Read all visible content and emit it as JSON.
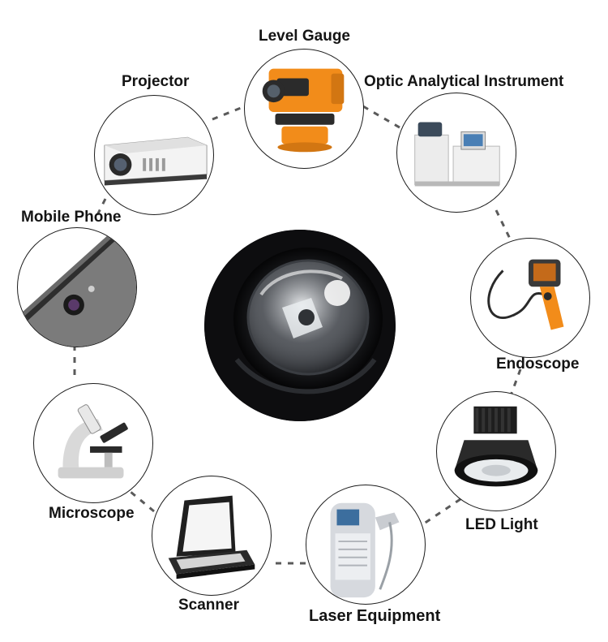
{
  "center": {
    "icon": "dome-lens-icon",
    "color": "#0d0d0f"
  },
  "connector": {
    "style": "dashed",
    "color": "#5a5a5a"
  },
  "items": [
    {
      "label": "Level Gauge",
      "icon": "level-gauge-icon",
      "accent": "#f28c1a"
    },
    {
      "label": "Optic Analytical Instrument",
      "icon": "analytical-instrument-icon",
      "accent": "#e8e8ea"
    },
    {
      "label": "Endoscope",
      "icon": "endoscope-icon",
      "accent": "#f28c1a"
    },
    {
      "label": "LED Light",
      "icon": "led-light-icon",
      "accent": "#1e1e1e"
    },
    {
      "label": "Laser Equipment",
      "icon": "laser-equipment-icon",
      "accent": "#c9ccd1"
    },
    {
      "label": "Scanner",
      "icon": "scanner-icon",
      "accent": "#2a2a2a"
    },
    {
      "label": "Microscope",
      "icon": "microscope-icon",
      "accent": "#d9d9d9"
    },
    {
      "label": "Mobile Phone",
      "icon": "mobile-phone-icon",
      "accent": "#6a6a6a"
    },
    {
      "label": "Projector",
      "icon": "projector-icon",
      "accent": "#e6e6e6"
    }
  ]
}
